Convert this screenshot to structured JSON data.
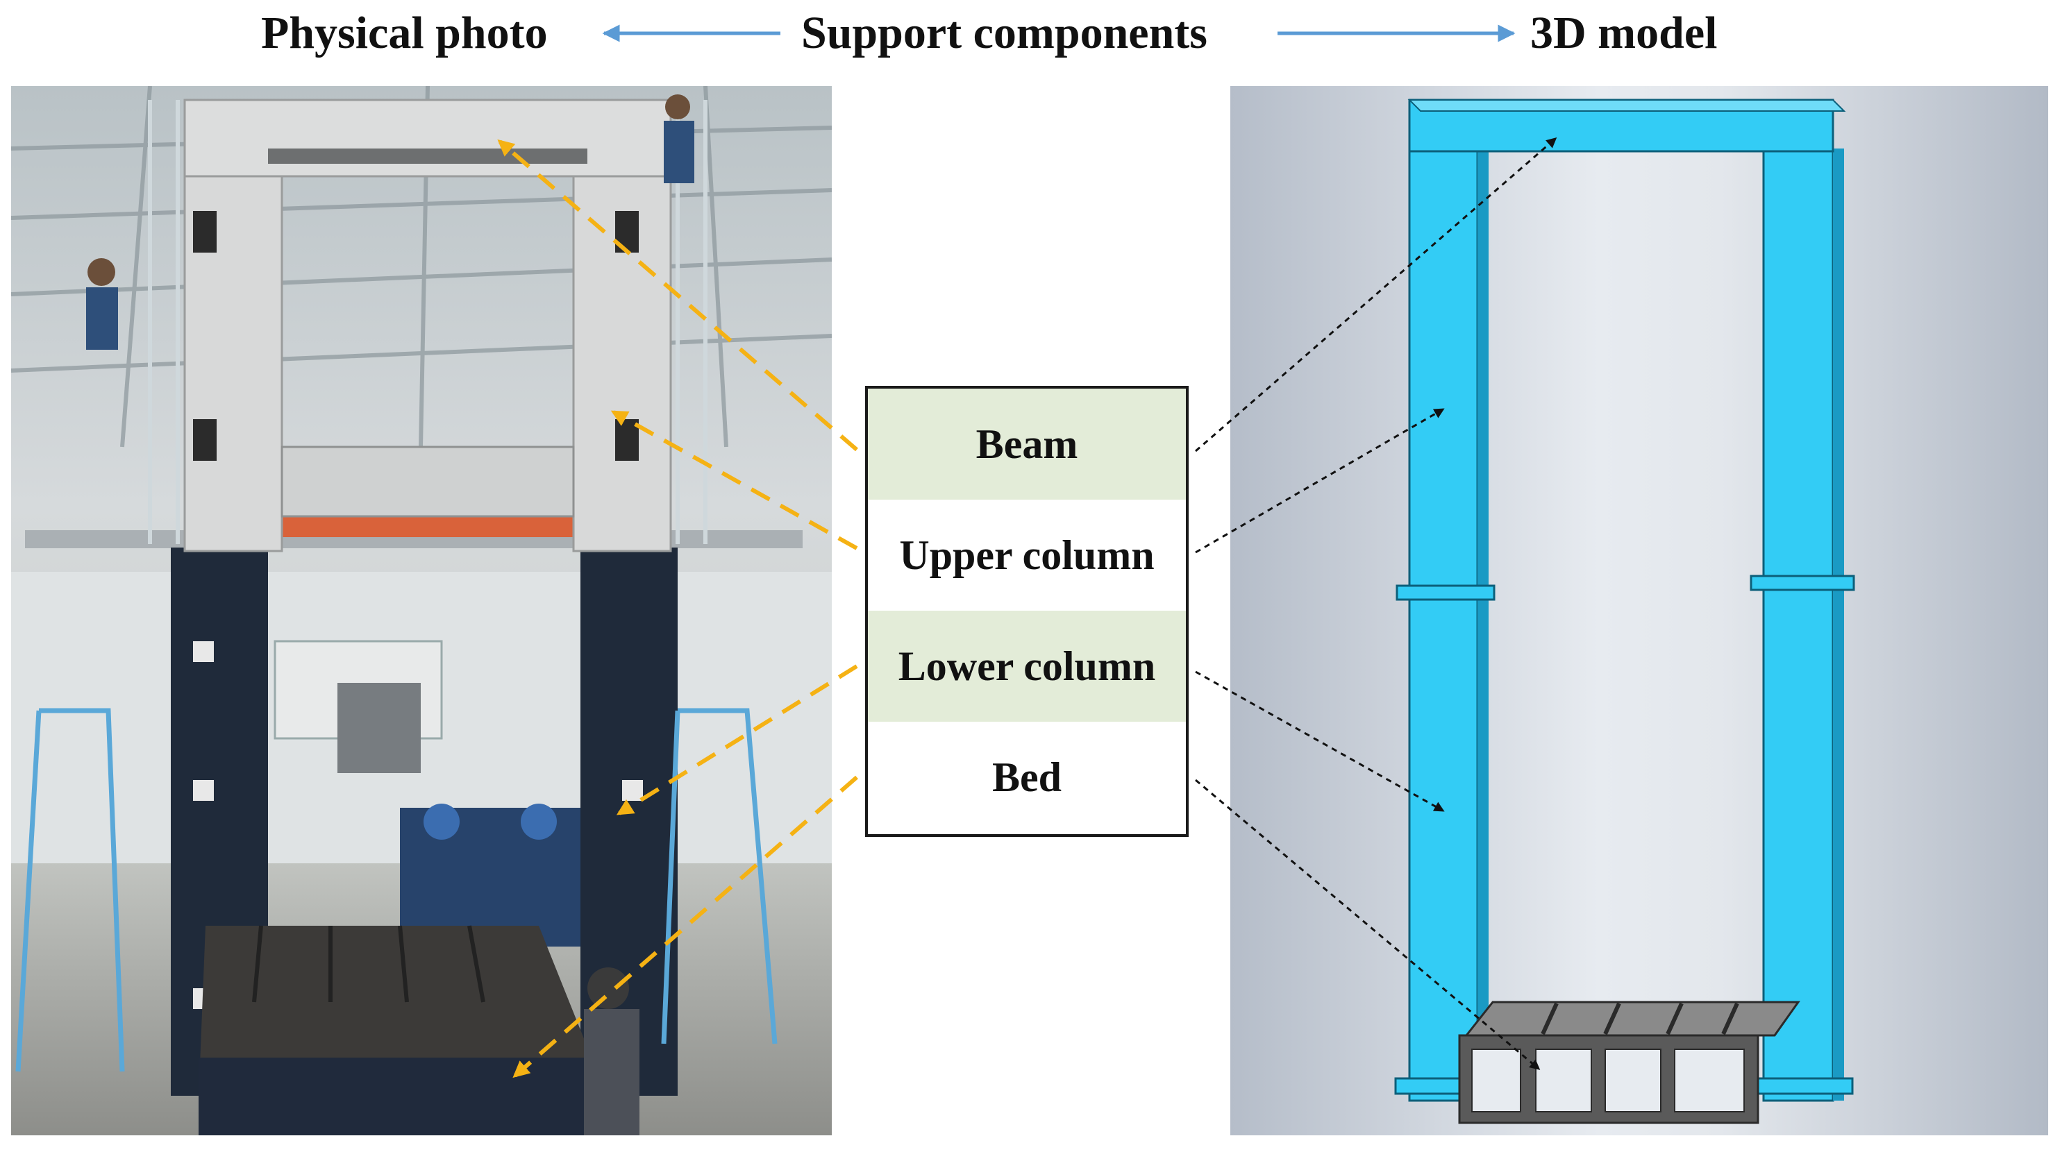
{
  "header": {
    "left_title": "Physical photo",
    "center_title": "Support components",
    "right_title": "3D model"
  },
  "legend": {
    "items": [
      {
        "label": "Beam"
      },
      {
        "label": "Upper column"
      },
      {
        "label": "Lower column"
      },
      {
        "label": "Bed"
      }
    ]
  },
  "colors": {
    "model_column": "#33ccf5",
    "legend_shade": "#e3ecd8",
    "photo_arrow": "#f5b214",
    "header_arrow": "#5b9bd5",
    "bed": "#5a5a5a"
  }
}
